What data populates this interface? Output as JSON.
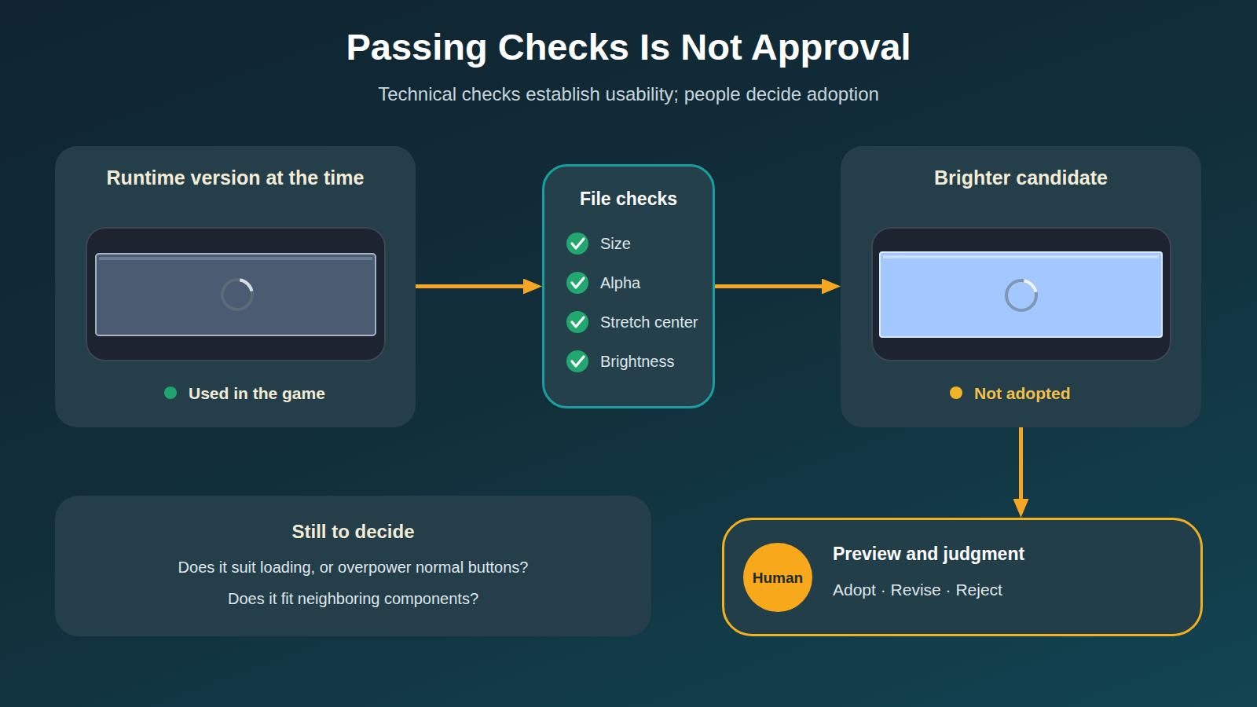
{
  "diagram": {
    "title": "Passing Checks Is Not Approval",
    "nodes": [
      {
        "text": [
          "Runtime version at the time",
          "Used in the game"
        ]
      },
      {
        "text": [
          "File checks",
          "Size",
          "Alpha",
          "Stretch center",
          "Brightness"
        ]
      },
      {
        "text": [
          "Brighter candidate",
          "Not adopted"
        ]
      },
      {
        "text": [
          "Still to decide",
          "Does it suit loading, or overpower normal buttons?",
          "Does it fit neighboring components?"
        ]
      },
      {
        "text": [
          "Preview and judgment",
          "Adopt · Revise · Reject"
        ]
      },
      {
        "text": [
          "Human"
        ],
        "in": 4
      }
    ],
    "edges": [
      {
        "from": 0,
        "to": 1,
        "arrow": "to"
      },
      {
        "from": 1,
        "to": 2,
        "arrow": "to"
      },
      {
        "from": 2,
        "to": 4,
        "arrow": "to"
      }
    ],
    "labels": [
      "Technical checks establish usability; people decide adoption"
    ]
  }
}
